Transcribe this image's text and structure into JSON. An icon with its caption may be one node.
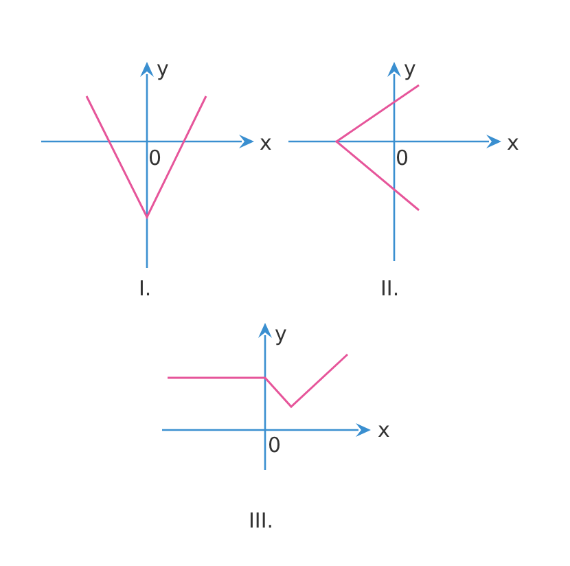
{
  "diagram": {
    "labels": [
      "y",
      "y",
      "0",
      "x",
      "0",
      "x",
      "I.",
      "II.",
      "y",
      "0",
      "x",
      "III."
    ]
  }
}
